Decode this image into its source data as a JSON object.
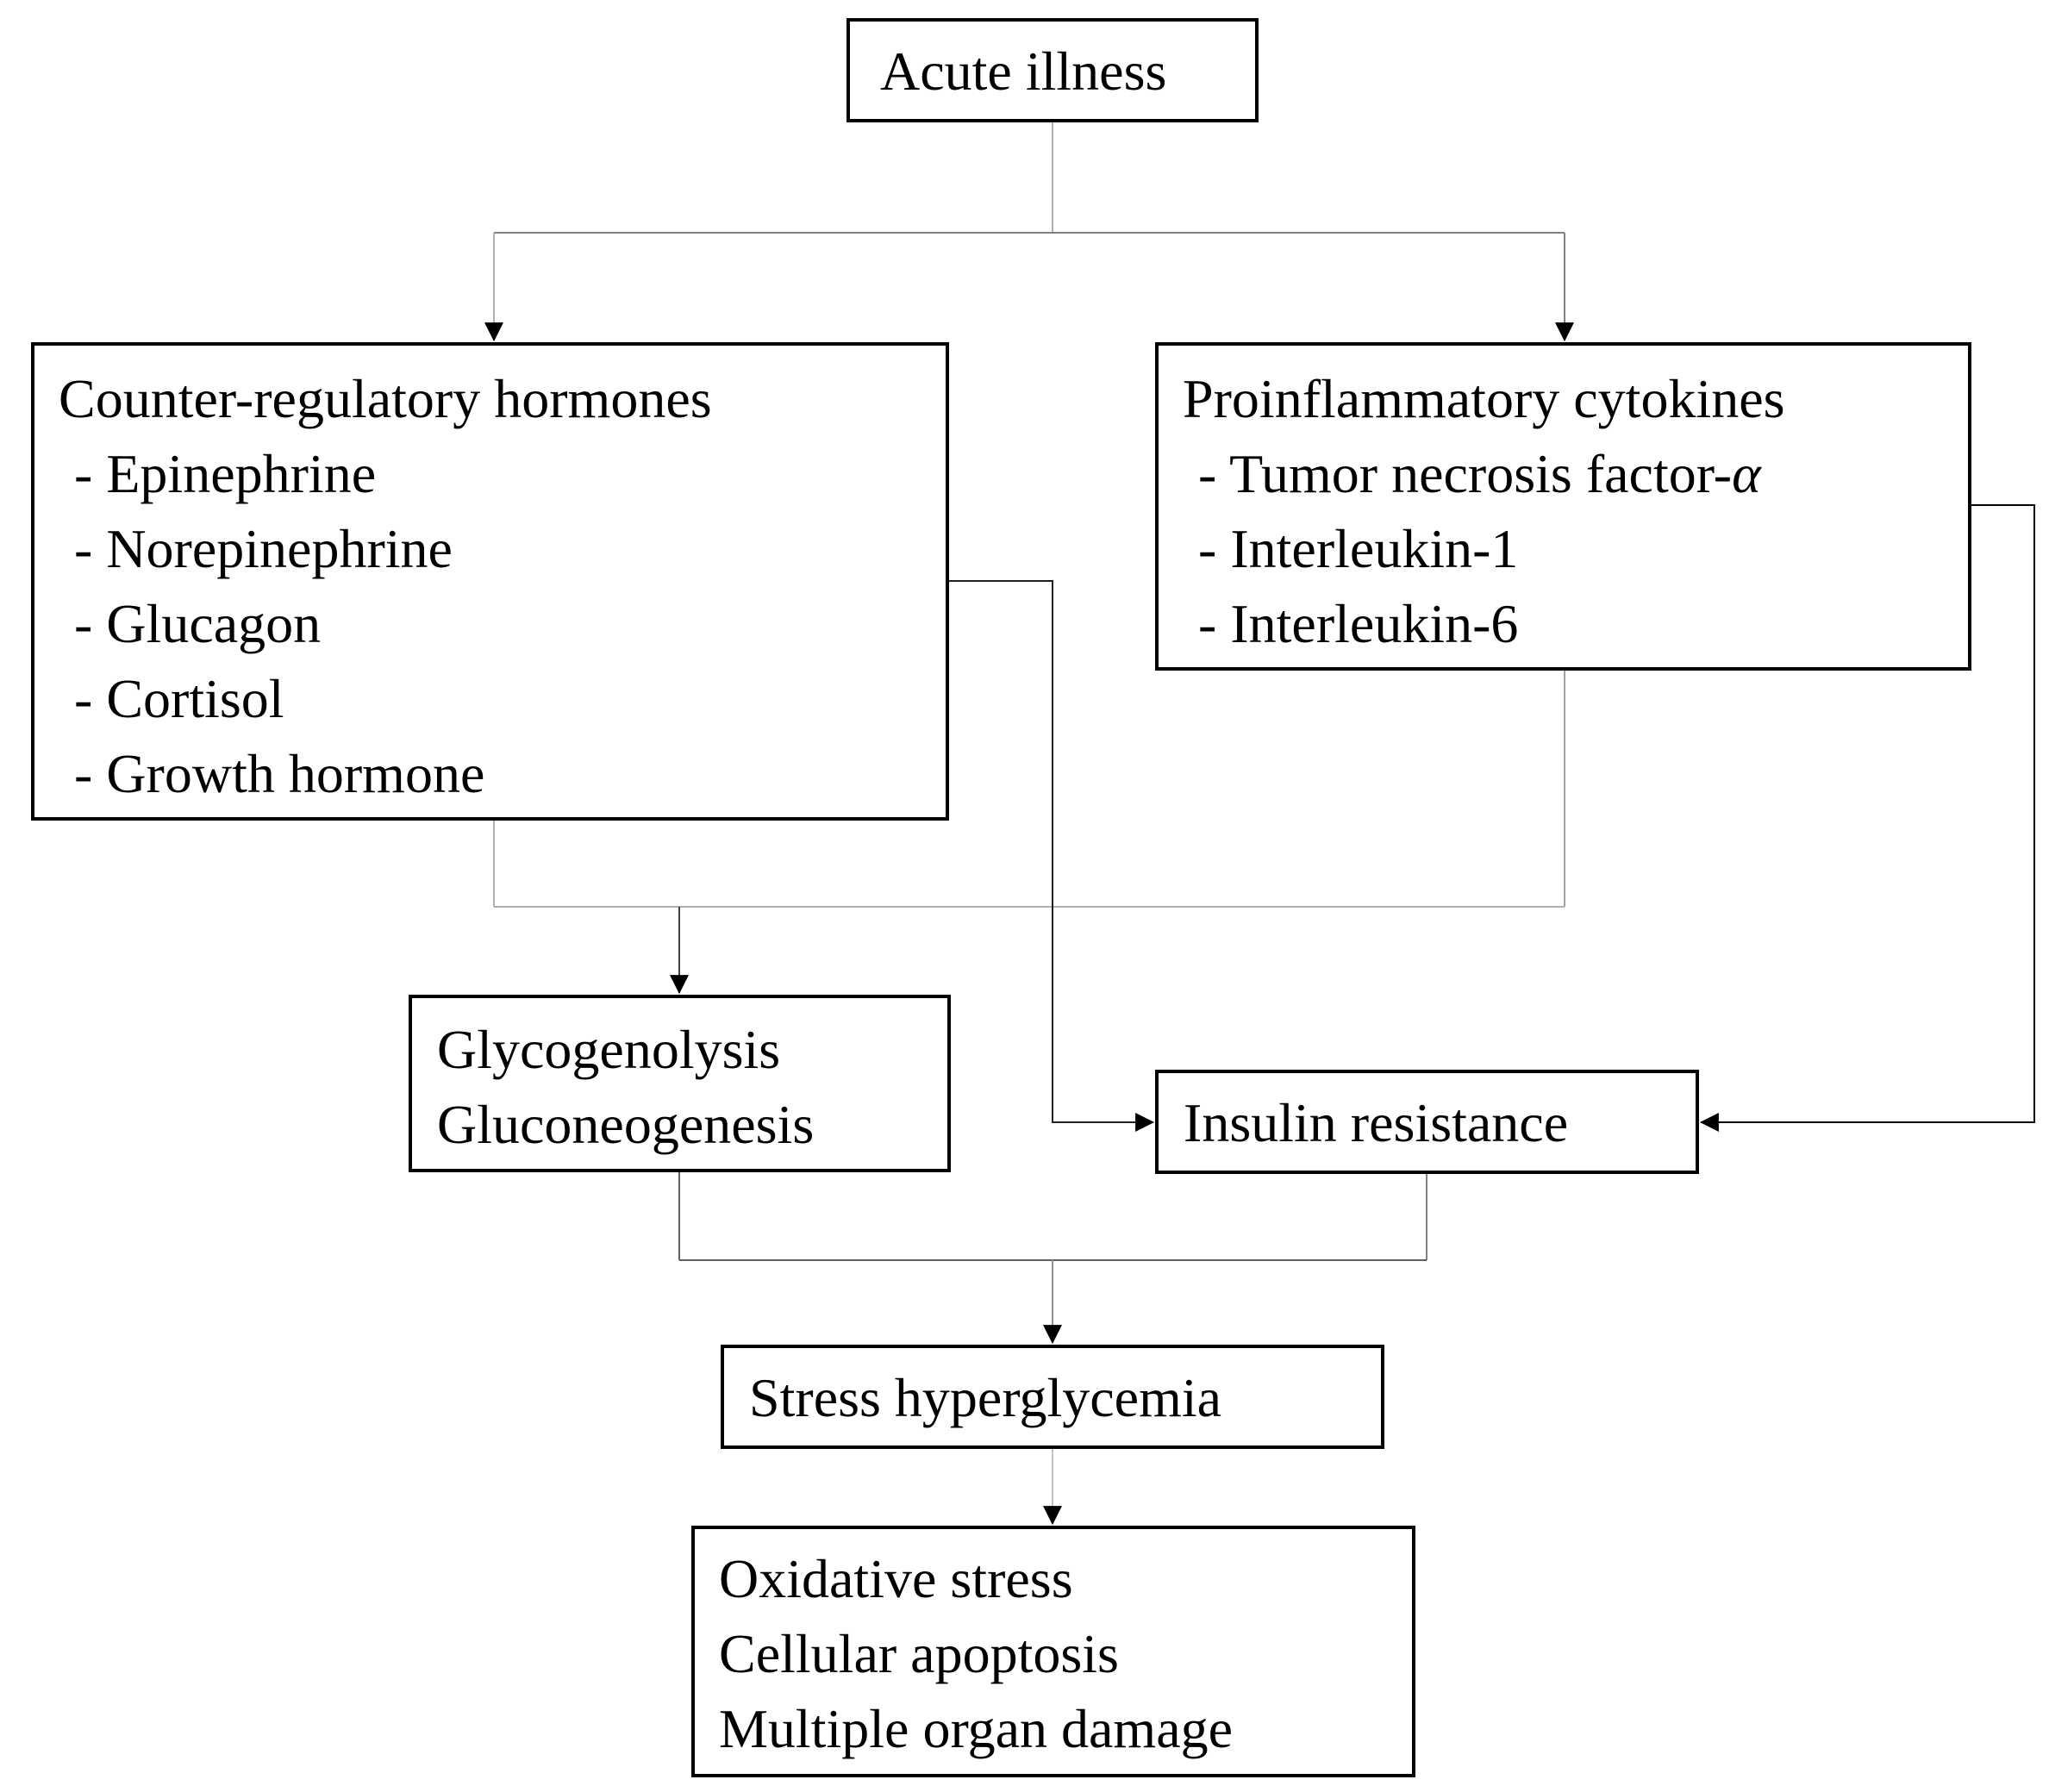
{
  "acute": {
    "label": "Acute illness"
  },
  "hormones": {
    "title": "Counter-regulatory hormones",
    "items": [
      "- Epinephrine",
      "- Norepinephrine",
      "- Glucagon",
      "- Cortisol",
      "- Growth hormone"
    ]
  },
  "cytokines": {
    "title": "Proinflammatory cytokines",
    "items": [
      "- Tumor necrosis factor-",
      "- Interleukin-1",
      "- Interleukin-6"
    ],
    "tnf_symbol": "α"
  },
  "glyco": {
    "lines": [
      "Glycogenolysis",
      "Gluconeogenesis"
    ]
  },
  "insulin": {
    "label": "Insulin resistance"
  },
  "stress": {
    "label": "Stress hyperglycemia"
  },
  "outcomes": {
    "lines": [
      "Oxidative stress",
      "Cellular apoptosis",
      "Multiple organ damage"
    ]
  },
  "colors": {
    "box_border": "#000000",
    "connector_light": "#b0b0b0",
    "connector_dark": "#000000"
  }
}
